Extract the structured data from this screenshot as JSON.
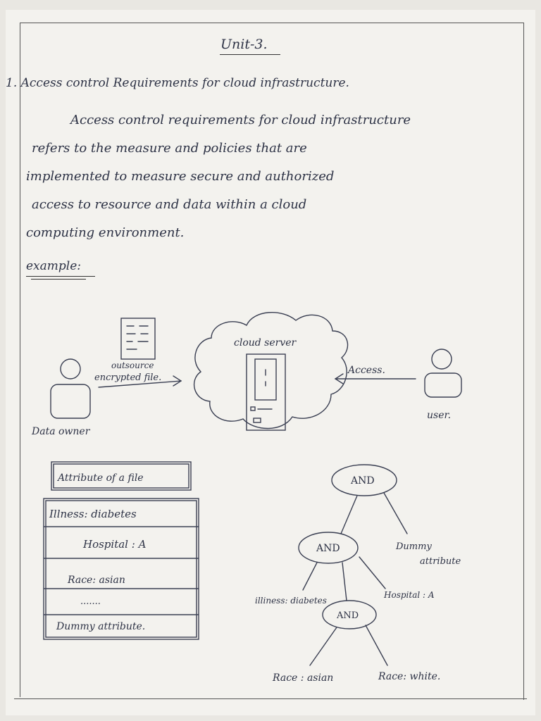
{
  "heading": "Unit-3.",
  "question": "1. Access control Requirements for cloud infrastructure.",
  "paragraph_lines": [
    "Access control requirements for cloud infrastructure",
    "refers to the measure and policies that are",
    "implemented to measure secure and authorized",
    "access to resource and data within a cloud",
    "computing environment."
  ],
  "example_label": "example:",
  "diagram": {
    "cloud_label": "cloud server",
    "owner_arrow_label_1": "outsource",
    "owner_arrow_label_2": "encrypted file.",
    "user_arrow_label": "Access.",
    "owner_label": "Data owner",
    "user_label": "user."
  },
  "attribute_table": {
    "title": "Attribute of a file",
    "rows": [
      "Illness: diabetes",
      "Hospital : A",
      "Race: asian",
      ".......",
      "Dummy attribute."
    ]
  },
  "tree": {
    "root": "AND",
    "mid": "AND",
    "low": "AND",
    "dummy_1": "Dummy",
    "dummy_2": "attribute",
    "illness": "illiness: diabetes",
    "hospital": "Hospital : A",
    "race_asian": "Race : asian",
    "race_white": "Race: white."
  }
}
